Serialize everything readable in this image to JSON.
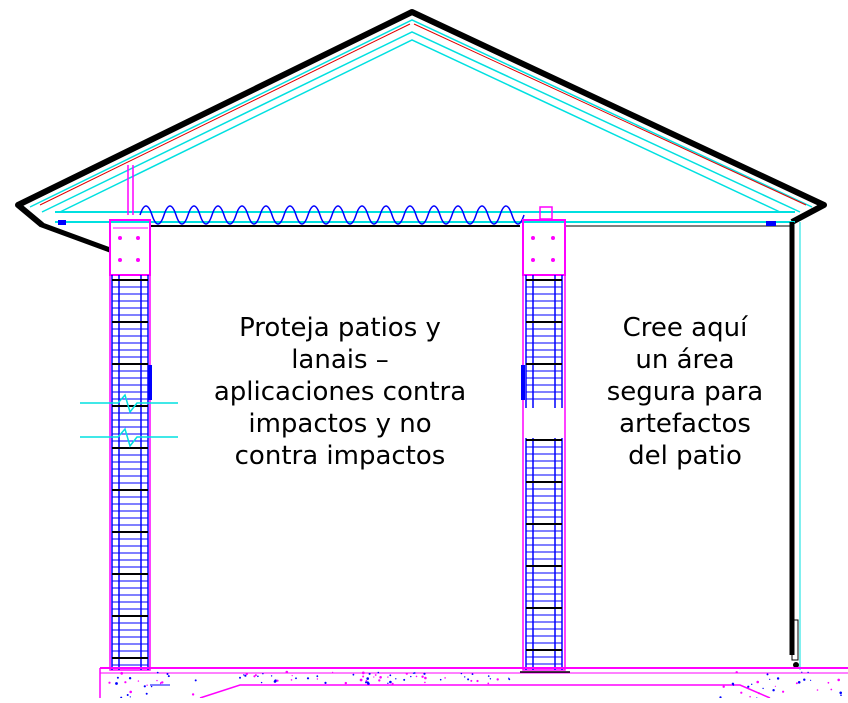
{
  "labels": {
    "left": [
      "Proteja patios y",
      "lanais –",
      "aplicaciones contra",
      "impactos y no",
      "contra impactos"
    ],
    "right": [
      "Cree aquí",
      "un área",
      "segura para",
      "artefactos",
      "del patio"
    ]
  },
  "colors": {
    "outline": "#000000",
    "cyan": "#00e0e0",
    "magenta": "#ff00ff",
    "blue": "#0000ff",
    "red": "#e00000"
  }
}
